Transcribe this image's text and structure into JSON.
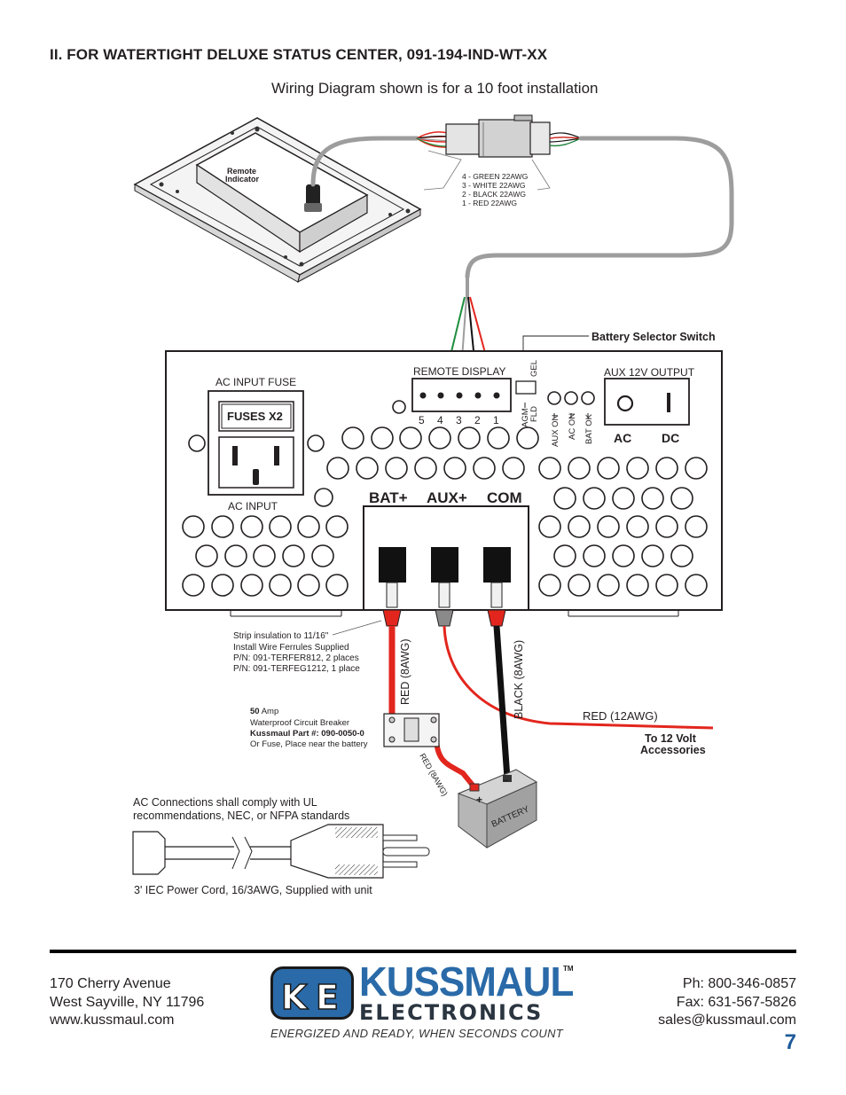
{
  "heading": "II.  FOR WATERTIGHT DELUXE STATUS CENTER, 091-194-IND-WT-XX",
  "subheading": "Wiring Diagram shown is for a 10 foot installation",
  "remote_indicator": {
    "line1": "Remote",
    "line2": "Indicator"
  },
  "connector_wires": [
    "4 - GREEN 22AWG",
    "3 - WHITE 22AWG",
    "2 - BLACK 22AWG",
    "1 - RED 22AWG"
  ],
  "battery_selector_label": "Battery Selector Switch",
  "panel": {
    "ac_input_fuse": "AC INPUT FUSE",
    "fuses": "FUSES X2",
    "ac_input": "AC INPUT",
    "remote_display": "REMOTE DISPLAY",
    "pins": [
      "5",
      "4",
      "3",
      "2",
      "1"
    ],
    "switch_labels": [
      "GEL",
      "AGM",
      "FLD"
    ],
    "leds": [
      "AUX ON",
      "AC ON",
      "BAT OK"
    ],
    "aux_output": "AUX 12V OUTPUT",
    "ac": "AC",
    "dc": "DC",
    "terminals": [
      "BAT+",
      "AUX+",
      "COM"
    ]
  },
  "wiring": {
    "strip_note": [
      "Strip insulation to 11/16\"",
      "Install Wire Ferrules Supplied",
      "P/N: 091-TERFER812, 2 places",
      "P/N: 091-TERFEG1212, 1 place"
    ],
    "red_8awg": "RED  (8AWG)",
    "black_8awg": "BLACK  (8AWG)",
    "red_12awg": "RED  (12AWG)",
    "red_8awg_small": "RED  (8AWG)",
    "accessories": [
      "To  12  Volt",
      "Accessories"
    ],
    "breaker_amp_value": "50",
    "breaker_amp_unit": " Amp",
    "breaker_type": "Waterproof Circuit Breaker",
    "breaker_part": "Kussmaul Part #: 090-0050-0",
    "breaker_alt": "Or Fuse, Place near the battery",
    "battery": "BATTERY",
    "battery_minus": "−",
    "battery_plus": "+"
  },
  "ac_note": [
    "AC Connections shall comply with UL",
    "recommendations, NEC, or NFPA standards"
  ],
  "cord_note": "3' IEC Power Cord, 16/3AWG, Supplied with unit",
  "footer": {
    "address": [
      "170 Cherry Avenue",
      "West Sayville, NY 11796",
      "www.kussmaul.com"
    ],
    "contact": [
      "Ph: 800-346-0857",
      "Fax: 631-567-5826",
      "sales@kussmaul.com"
    ],
    "logo_k": "K",
    "logo_e": "E",
    "logo_name": "KUSSMAUL",
    "logo_sub": "ELECTRONICS",
    "logo_tm": "TM",
    "tagline": "ENERGIZED AND READY, WHEN SECONDS COUNT",
    "page_number": "7"
  },
  "colors": {
    "wire_red": "#e2261d",
    "wire_green": "#1e8e3e",
    "wire_black": "#111111",
    "wire_gray": "#9d9d9d",
    "brand_blue": "#2a6aa8"
  }
}
